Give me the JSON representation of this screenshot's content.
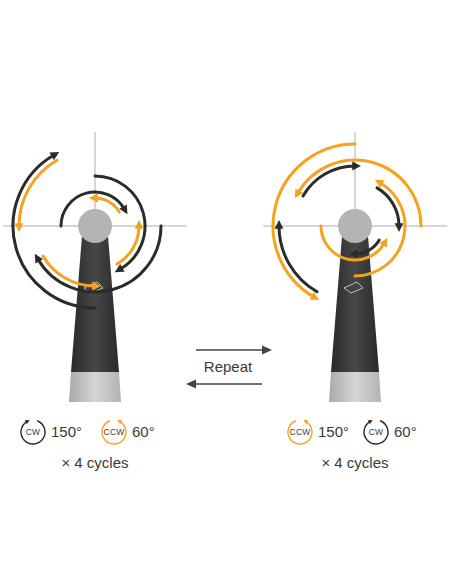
{
  "diagram": {
    "nodes": [
      {
        "text": [
          "CW"
        ]
      },
      {
        "text": [
          "CCW"
        ]
      },
      {
        "text": [
          "CCW"
        ]
      },
      {
        "text": [
          "CW"
        ]
      }
    ],
    "labels": [
      "Repeat",
      "150°",
      "60°",
      "× 4 cycles",
      "150°",
      "60°",
      "× 4 cycles"
    ]
  }
}
